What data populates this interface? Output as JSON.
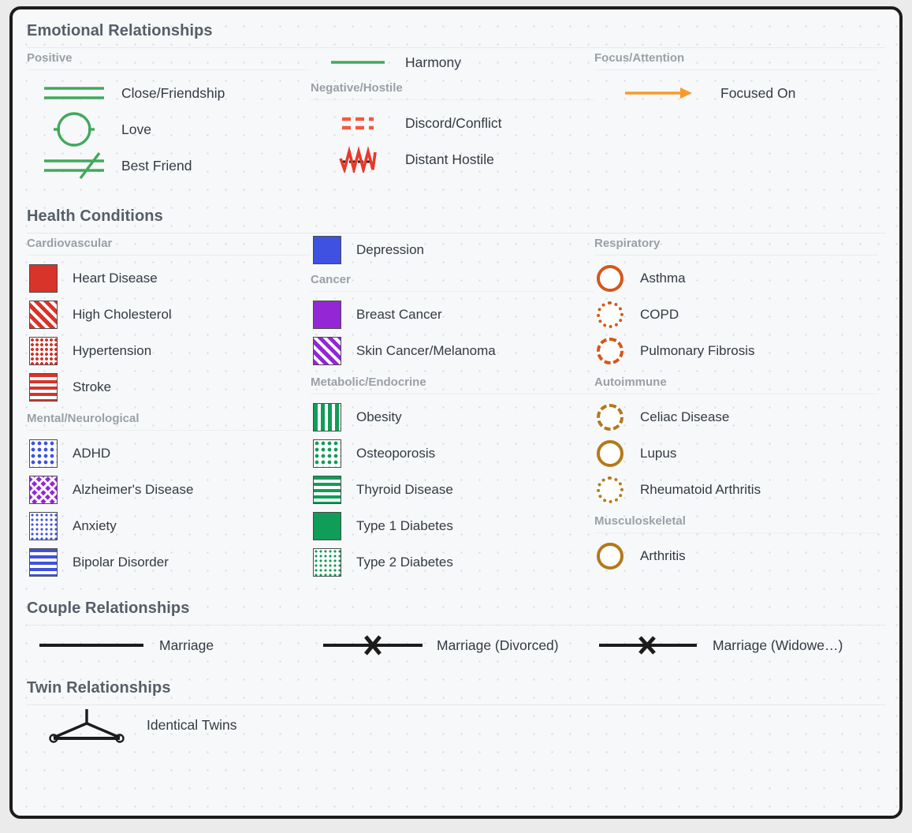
{
  "colors": {
    "panel_bg": "#f7f8fa",
    "panel_border": "#1c1c1c",
    "section_title": "#555e68",
    "sub_title": "#9aa0a6",
    "label": "#333a42",
    "green": "#42a85c",
    "red_orange": "#f4593c",
    "orange": "#f59b2b",
    "cardio_red": "#d8342a",
    "mental_blue": "#3f51e0",
    "cancer_purple": "#9327d6",
    "metabolic_green": "#0f9d58",
    "respiratory_orange": "#d4571a",
    "autoimmune_gold": "#b3791b",
    "black": "#1c1c1c"
  },
  "sections": [
    {
      "id": "emotional",
      "title": "Emotional Relationships",
      "groups": [
        {
          "id": "positive",
          "title": "Positive",
          "items": [
            {
              "label": "Close/Friendship",
              "icon": "close-friendship-icon"
            },
            {
              "label": "Love",
              "icon": "love-icon"
            },
            {
              "label": "Best Friend",
              "icon": "best-friend-icon"
            }
          ]
        },
        {
          "id": "harmony",
          "title": "",
          "items": [
            {
              "label": "Harmony",
              "icon": "harmony-line-icon"
            }
          ]
        },
        {
          "id": "negative-hostile",
          "title": "Negative/Hostile",
          "items": [
            {
              "label": "Discord/Conflict",
              "icon": "discord-conflict-icon"
            },
            {
              "label": "Distant Hostile",
              "icon": "distant-hostile-icon"
            }
          ]
        },
        {
          "id": "focus-attention",
          "title": "Focus/Attention",
          "items": [
            {
              "label": "Focused On",
              "icon": "focused-on-arrow-icon"
            }
          ]
        }
      ]
    },
    {
      "id": "health",
      "title": "Health Conditions",
      "groups": [
        {
          "id": "cardiovascular",
          "title": "Cardiovascular",
          "items": [
            {
              "label": "Heart Disease",
              "icon": "swatch-solid",
              "color": "#d8342a"
            },
            {
              "label": "High Cholesterol",
              "icon": "swatch-diagonal",
              "color": "#d8342a"
            },
            {
              "label": "Hypertension",
              "icon": "swatch-dots",
              "color": "#d8342a"
            },
            {
              "label": "Stroke",
              "icon": "swatch-horizontal",
              "color": "#d8342a"
            }
          ]
        },
        {
          "id": "mental-neurological",
          "title": "Mental/Neurological",
          "items": [
            {
              "label": "ADHD",
              "icon": "swatch-dots-lg",
              "color": "#3f51e0"
            },
            {
              "label": "Alzheimer's Disease",
              "icon": "swatch-crosshatch",
              "color": "#9327d6"
            },
            {
              "label": "Anxiety",
              "icon": "swatch-dots",
              "color": "#3f51e0"
            },
            {
              "label": "Bipolar Disorder",
              "icon": "swatch-horizontal",
              "color": "#3f51e0"
            }
          ]
        },
        {
          "id": "depression-standalone",
          "title": "",
          "items": [
            {
              "label": "Depression",
              "icon": "swatch-solid",
              "color": "#3f51e0"
            }
          ]
        },
        {
          "id": "cancer",
          "title": "Cancer",
          "items": [
            {
              "label": "Breast Cancer",
              "icon": "swatch-solid",
              "color": "#9327d6"
            },
            {
              "label": "Skin Cancer/Melanoma",
              "icon": "swatch-diagonal",
              "color": "#9327d6"
            }
          ]
        },
        {
          "id": "metabolic-endocrine",
          "title": "Metabolic/Endocrine",
          "items": [
            {
              "label": "Obesity",
              "icon": "swatch-vertical",
              "color": "#0f9d58"
            },
            {
              "label": "Osteoporosis",
              "icon": "swatch-dots-lg",
              "color": "#0f9d58"
            },
            {
              "label": "Thyroid Disease",
              "icon": "swatch-horizontal",
              "color": "#0f9d58"
            },
            {
              "label": "Type 1 Diabetes",
              "icon": "swatch-solid",
              "color": "#0f9d58"
            },
            {
              "label": "Type 2 Diabetes",
              "icon": "swatch-dots",
              "color": "#0f9d58"
            }
          ]
        },
        {
          "id": "respiratory",
          "title": "Respiratory",
          "items": [
            {
              "label": "Asthma",
              "icon": "ring-solid",
              "color": "#d4571a"
            },
            {
              "label": "COPD",
              "icon": "ring-dot",
              "color": "#d4571a"
            },
            {
              "label": "Pulmonary Fibrosis",
              "icon": "ring-dash",
              "color": "#d4571a"
            }
          ]
        },
        {
          "id": "autoimmune",
          "title": "Autoimmune",
          "items": [
            {
              "label": "Celiac Disease",
              "icon": "ring-dash",
              "color": "#b3791b"
            },
            {
              "label": "Lupus",
              "icon": "ring-solid",
              "color": "#b3791b"
            },
            {
              "label": "Rheumatoid Arthritis",
              "icon": "ring-dot",
              "color": "#b3791b"
            }
          ]
        },
        {
          "id": "musculoskeletal",
          "title": "Musculoskeletal",
          "items": [
            {
              "label": "Arthritis",
              "icon": "ring-solid",
              "color": "#b3791b"
            }
          ]
        }
      ]
    },
    {
      "id": "couple",
      "title": "Couple Relationships",
      "groups": [
        {
          "id": "couple-items",
          "title": "",
          "items": [
            {
              "label": "Marriage",
              "icon": "marriage-line-icon"
            },
            {
              "label": "Marriage (Divorced)",
              "icon": "marriage-divorced-icon"
            },
            {
              "label": "Marriage (Widowe…)",
              "icon": "marriage-widowed-icon"
            }
          ]
        }
      ]
    },
    {
      "id": "twin",
      "title": "Twin Relationships",
      "groups": [
        {
          "id": "twin-items",
          "title": "",
          "items": [
            {
              "label": "Identical Twins",
              "icon": "identical-twins-icon"
            }
          ]
        }
      ]
    }
  ]
}
